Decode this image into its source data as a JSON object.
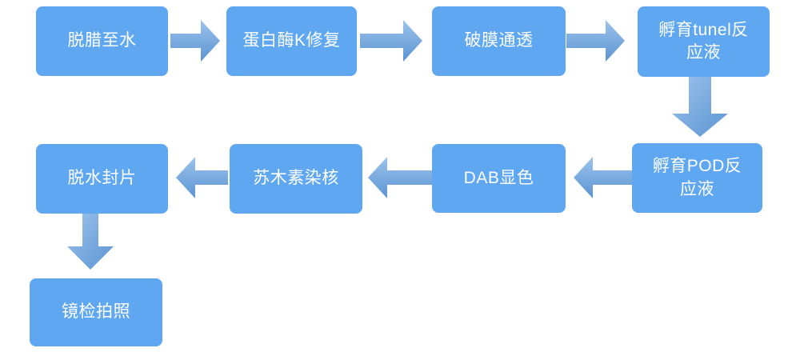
{
  "flowchart": {
    "nodes": [
      {
        "id": "step-1",
        "label": "脱腊至水"
      },
      {
        "id": "step-2",
        "label": "蛋白酶K修复"
      },
      {
        "id": "step-3",
        "label": "破膜通透"
      },
      {
        "id": "step-4",
        "label": "孵育tunel反\n应液"
      },
      {
        "id": "step-5",
        "label": "孵育POD反\n应液"
      },
      {
        "id": "step-6",
        "label": "DAB显色"
      },
      {
        "id": "step-7",
        "label": "苏木素染核"
      },
      {
        "id": "step-8",
        "label": "脱水封片"
      },
      {
        "id": "step-9",
        "label": "镜检拍照"
      }
    ],
    "connections": [
      {
        "from": "step-1",
        "to": "step-2",
        "direction": "right"
      },
      {
        "from": "step-2",
        "to": "step-3",
        "direction": "right"
      },
      {
        "from": "step-3",
        "to": "step-4",
        "direction": "right"
      },
      {
        "from": "step-4",
        "to": "step-5",
        "direction": "down"
      },
      {
        "from": "step-5",
        "to": "step-6",
        "direction": "left"
      },
      {
        "from": "step-6",
        "to": "step-7",
        "direction": "left"
      },
      {
        "from": "step-7",
        "to": "step-8",
        "direction": "left"
      },
      {
        "from": "step-8",
        "to": "step-9",
        "direction": "down"
      }
    ],
    "colors": {
      "node_fill": "#5fa7f1",
      "node_text": "#ffffff",
      "arrow_gradient_light": "#9cc3ec",
      "arrow_gradient_dark": "#5b94d2",
      "background": "#ffffff"
    }
  }
}
